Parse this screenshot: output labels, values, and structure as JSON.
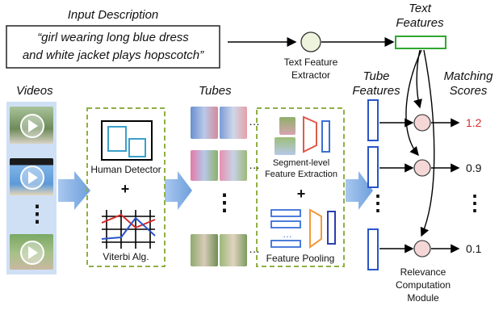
{
  "input_description": {
    "title": "Input Description",
    "line1": "“girl wearing long blue dress",
    "line2": "and white jacket plays hopscotch”"
  },
  "text_features_label": {
    "line1": "Text",
    "line2": "Features"
  },
  "text_feature_extractor": {
    "line1": "Text Feature",
    "line2": "Extractor"
  },
  "videos_label": "Videos",
  "tubes_label": "Tubes",
  "tube_features_label": {
    "line1": "Tube",
    "line2": "Features"
  },
  "matching_scores_label": {
    "line1": "Matching",
    "line2": "Scores"
  },
  "human_detector_label": "Human Detector",
  "plus": "+",
  "viterbi_label": "Viterbi Alg.",
  "segment_label": {
    "line1": "Segment-level",
    "line2": "Feature Extraction"
  },
  "feature_pooling_label": "Feature Pooling",
  "relevance_label": {
    "line1": "Relevance",
    "line2": "Computation",
    "line3": "Module"
  },
  "scores": [
    "1.2",
    "0.9",
    "0.1"
  ],
  "ellipsis_v": "⋮",
  "ellipsis_h": "…",
  "colors": {
    "green": "#2fa82f",
    "blue": "#2a55c9",
    "red": "#d62a2a",
    "orange": "#f29a3a",
    "arrow_fill": "#8fb7e8",
    "node_fill": "#f5d7d7",
    "extractor_fill": "#eef3dd",
    "dash": "#8fb043"
  }
}
